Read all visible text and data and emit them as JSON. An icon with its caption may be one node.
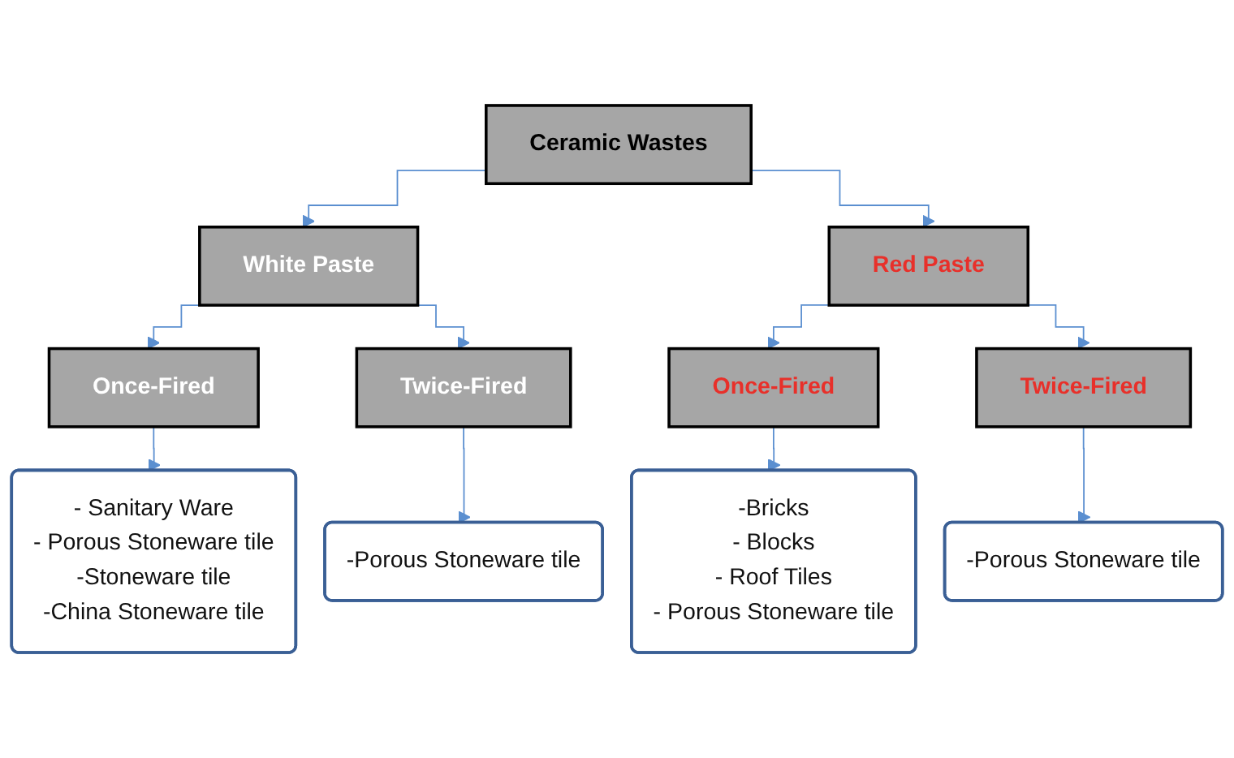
{
  "diagram": {
    "nodes": [
      {
        "text": [
          "Ceramic Wastes"
        ]
      },
      {
        "text": [
          "White Paste"
        ]
      },
      {
        "text": [
          "Red Paste"
        ]
      },
      {
        "text": [
          "Once-Fired"
        ]
      },
      {
        "text": [
          "Twice-Fired"
        ]
      },
      {
        "text": [
          "Once-Fired"
        ]
      },
      {
        "text": [
          "Twice-Fired"
        ]
      },
      {
        "text": [
          "- Sanitary Ware",
          "- Porous Stoneware tile",
          "-Stoneware tile",
          "-China Stoneware tile"
        ]
      },
      {
        "text": [
          "-Porous Stoneware tile"
        ]
      },
      {
        "text": [
          "-Bricks",
          "- Blocks",
          "- Roof Tiles",
          "- Porous Stoneware tile"
        ]
      },
      {
        "text": [
          "-Porous Stoneware tile"
        ]
      }
    ],
    "edges": [
      {
        "from": 0,
        "to": 1,
        "arrow": "to"
      },
      {
        "from": 0,
        "to": 2,
        "arrow": "to"
      },
      {
        "from": 1,
        "to": 3,
        "arrow": "to"
      },
      {
        "from": 1,
        "to": 4,
        "arrow": "to"
      },
      {
        "from": 2,
        "to": 5,
        "arrow": "to"
      },
      {
        "from": 2,
        "to": 6,
        "arrow": "to"
      },
      {
        "from": 3,
        "to": 7,
        "arrow": "to"
      },
      {
        "from": 4,
        "to": 8,
        "arrow": "to"
      },
      {
        "from": 5,
        "to": 9,
        "arrow": "to"
      },
      {
        "from": 6,
        "to": 10,
        "arrow": "to"
      }
    ]
  }
}
